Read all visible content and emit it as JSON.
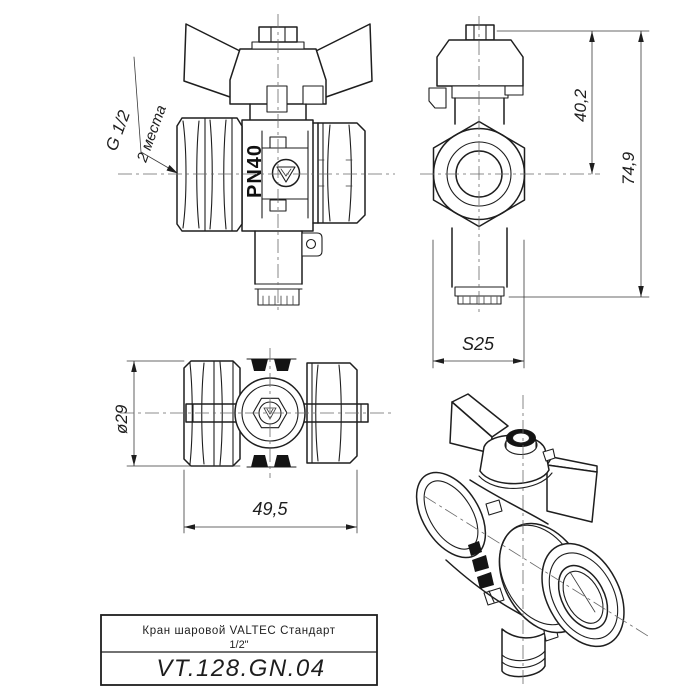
{
  "front_view": {
    "marking": "PN40",
    "callout_size": "G 1/2",
    "callout_places": "2 места"
  },
  "side_view": {
    "dim_handle_height": "40,2",
    "dim_total_height": "74,9",
    "dim_wrench_size": "S25"
  },
  "top_view": {
    "dim_diameter": "ø29",
    "dim_length": "49,5"
  },
  "title_block": {
    "name": "Кран шаровой VALTEC Стандарт",
    "size": "1/2\"",
    "article": "VT.128.GN.04"
  },
  "colors": {
    "line": "#1e1e1e",
    "thin_line": "#3a3a3a",
    "centerline": "#6a6a6a",
    "background": "#ffffff",
    "fill_dark": "#141414"
  }
}
